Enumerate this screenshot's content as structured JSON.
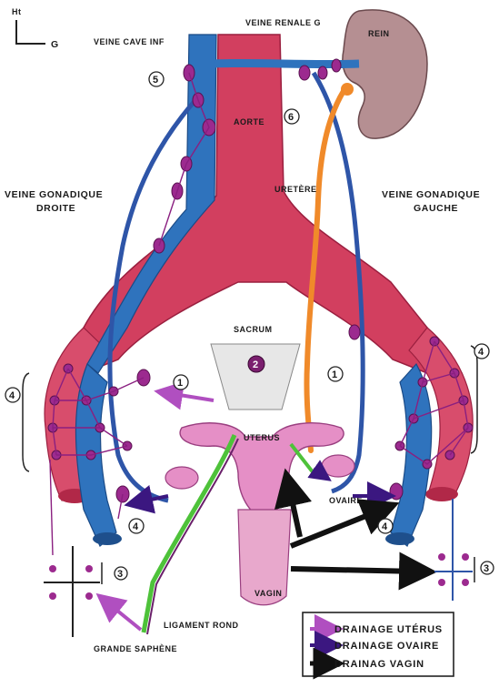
{
  "orientation": {
    "up": "Ht",
    "left": "G"
  },
  "labels": {
    "veine_cave_inf": "VEINE CAVE INF",
    "veine_renale": "VEINE RENALE G",
    "rein": "REIN",
    "aorte": "AORTE",
    "uretere": "URETÈRE",
    "gonadique_droite_1": "VEINE GONADIQUE",
    "gonadique_droite_2": "DROITE",
    "gonadique_gauche_1": "VEINE GONADIQUE",
    "gonadique_gauche_2": "GAUCHE",
    "sacrum": "SACRUM",
    "uterus": "UTERUS",
    "ovaire": "OVAIRE",
    "vagin": "VAGIN",
    "ligament_rond": "LIGAMENT ROND",
    "grande_saphene": "GRANDE SAPHÈNE"
  },
  "numbers": {
    "n5": "5",
    "n6": "6",
    "n4_left": "4",
    "n4_right": "4",
    "n1_left": "1",
    "n1_right": "1",
    "n4_low_left": "4",
    "n4_low_right": "4",
    "n3_left": "3",
    "n3_right": "3",
    "n2": "2"
  },
  "legend": {
    "items": [
      {
        "label": "DRAINAGE UTÉRUS",
        "color": "#b04fc0"
      },
      {
        "label": "DRAINAGE OVAIRE",
        "color": "#4a1a8c"
      },
      {
        "label": "DRAINAG VAGIN",
        "color": "#111111"
      }
    ]
  },
  "colors": {
    "artery": "#d13a5a",
    "vein": "#2a6fb8",
    "node": "#9c2a8f",
    "ureter": "#f08a2a",
    "uterus": "#e58fc6",
    "kidney": "#b38a8a",
    "ligament": "#4ec23a"
  }
}
